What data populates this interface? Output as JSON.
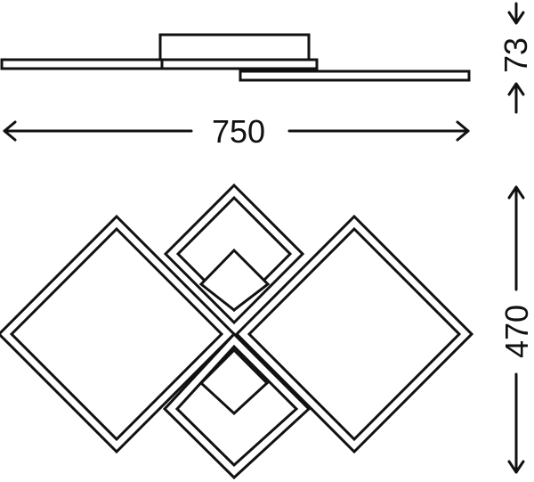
{
  "dimensions": {
    "width": "750",
    "height_profile": "73",
    "depth": "470"
  },
  "colors": {
    "line": "#111111",
    "background": "#ffffff"
  }
}
